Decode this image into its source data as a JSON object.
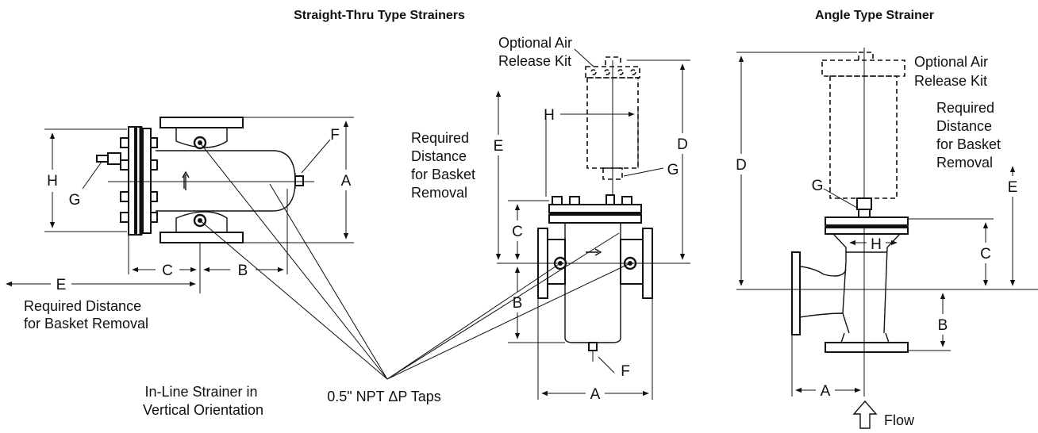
{
  "headings": {
    "straight_thru": "Straight-Thru Type Strainers",
    "angle": "Angle Type Strainer"
  },
  "labels": {
    "optional_air_release_kit": [
      "Optional Air",
      "Release Kit"
    ],
    "required_distance_3line": [
      "Required",
      "Distance",
      "for Basket",
      "Removal"
    ],
    "required_distance_2line": [
      "Required Distance",
      "for Basket Removal"
    ],
    "inline_vertical": [
      "In-Line Strainer in",
      "Vertical Orientation"
    ],
    "taps": "0.5\" NPT ΔP Taps",
    "flow": "Flow"
  },
  "dimensions": {
    "A": "A",
    "B": "B",
    "C": "C",
    "D": "D",
    "E": "E",
    "F": "F",
    "G": "G",
    "H": "H"
  }
}
